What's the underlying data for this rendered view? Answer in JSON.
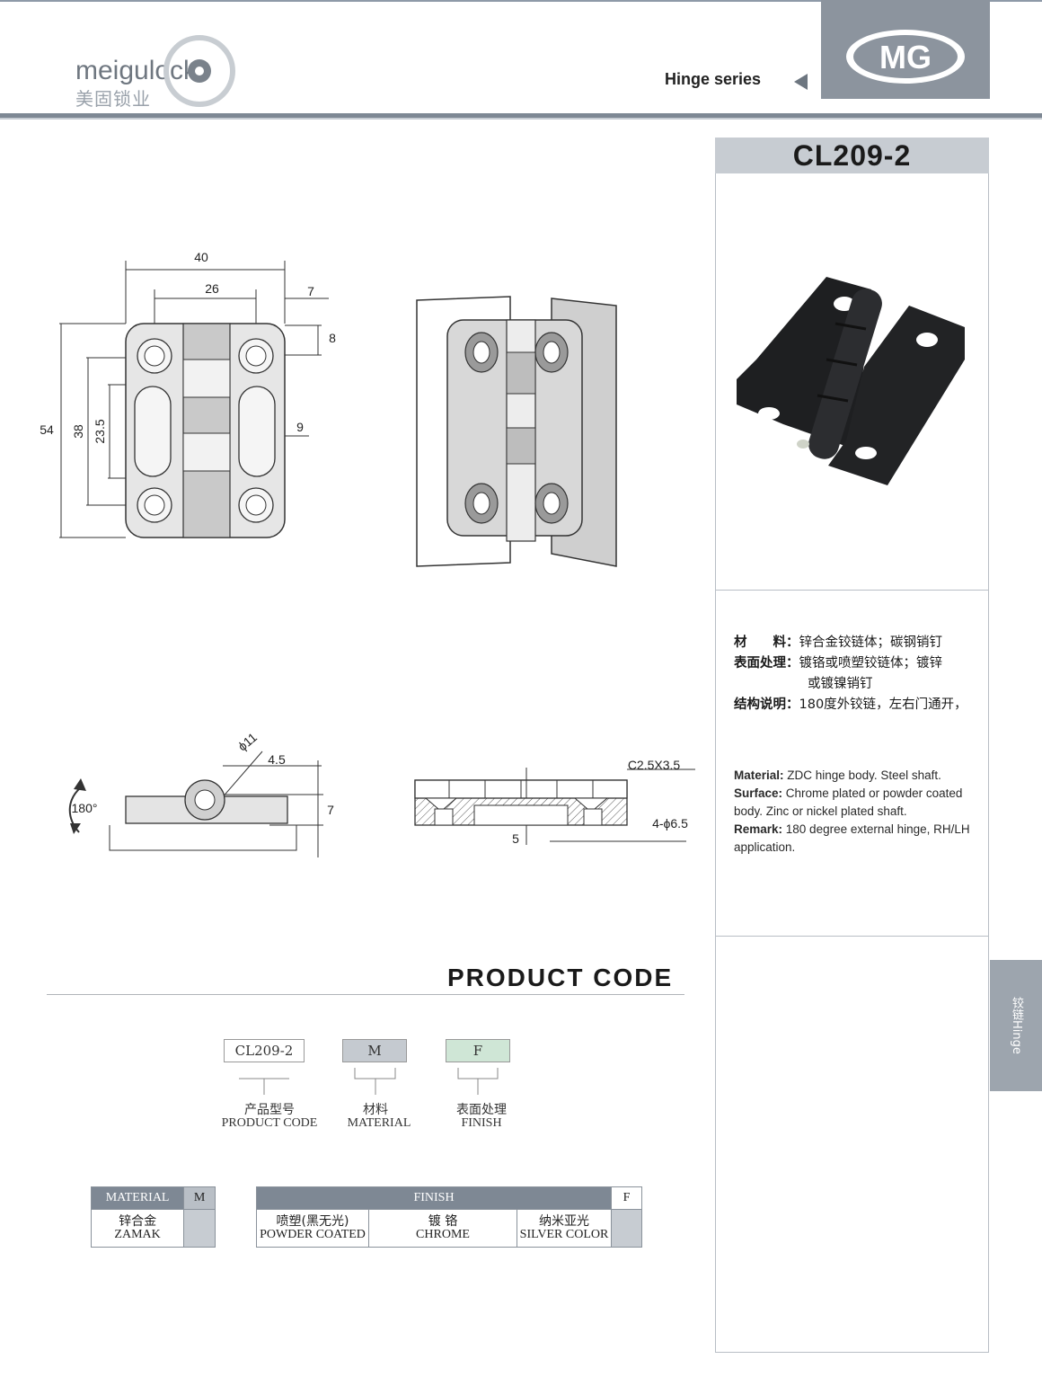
{
  "header": {
    "brand_latin": "meigulock",
    "brand_cn": "美固锁业",
    "badge": "MG",
    "series": "Hinge series"
  },
  "product": {
    "model": "CL209-2"
  },
  "side_tab": {
    "cn": "铰链",
    "en": "Hinge"
  },
  "specs_cn": {
    "material_label": "材　　料：",
    "material_value": "锌合金铰链体；碳钢销钉",
    "surface_label": "表面处理：",
    "surface_value": "镀铬或喷塑铰链体；镀锌",
    "surface_value2": "或镀镍销钉",
    "structure_label": "结构说明：",
    "structure_value": "180度外铰链，左右门通开，"
  },
  "specs_en": {
    "material_label": "Material:",
    "material_value": " ZDC hinge body. Steel shaft.",
    "surface_label": "Surface:",
    "surface_value": " Chrome plated or powder coated body. Zinc or nickel plated shaft.",
    "remark_label": "Remark:",
    "remark_value": " 180 degree external hinge, RH/LH application."
  },
  "dimensions": {
    "d40": "40",
    "d26": "26",
    "d7": "7",
    "d8": "8",
    "d9": "9",
    "d54": "54",
    "d38": "38",
    "d23_5": "23.5",
    "phi11": "ϕ11",
    "d4_5": "4.5",
    "d7b": "7",
    "deg180": "180°",
    "chamfer": "C2.5X3.5",
    "holes": "4-ϕ6.5",
    "d5": "5"
  },
  "product_code": {
    "title": "PRODUCT CODE",
    "boxes": [
      {
        "value": "CL209-2",
        "color": "#ffffff",
        "label_cn": "产品型号",
        "label_en": "PRODUCT CODE"
      },
      {
        "value": "M",
        "color": "#c5cad0",
        "label_cn": "材料",
        "label_en": "MATERIAL"
      },
      {
        "value": "F",
        "color": "#cfe6d6",
        "label_cn": "表面处理",
        "label_en": "FINISH"
      }
    ]
  },
  "material_table": {
    "header": "MATERIAL",
    "code": "M",
    "row_cn": "锌合金",
    "row_en": "ZAMAK"
  },
  "finish_table": {
    "header": "FINISH",
    "code": "F",
    "options": [
      {
        "cn": "喷塑(黑无光)",
        "en": "POWDER COATED"
      },
      {
        "cn": "镀 铬",
        "en": "CHROME"
      },
      {
        "cn": "纳米亚光",
        "en": "SILVER COLOR"
      }
    ]
  },
  "colors": {
    "header_gray": "#7e8894",
    "panel_gray": "#c7ccd2",
    "finish_green": "#cfe6d6"
  }
}
